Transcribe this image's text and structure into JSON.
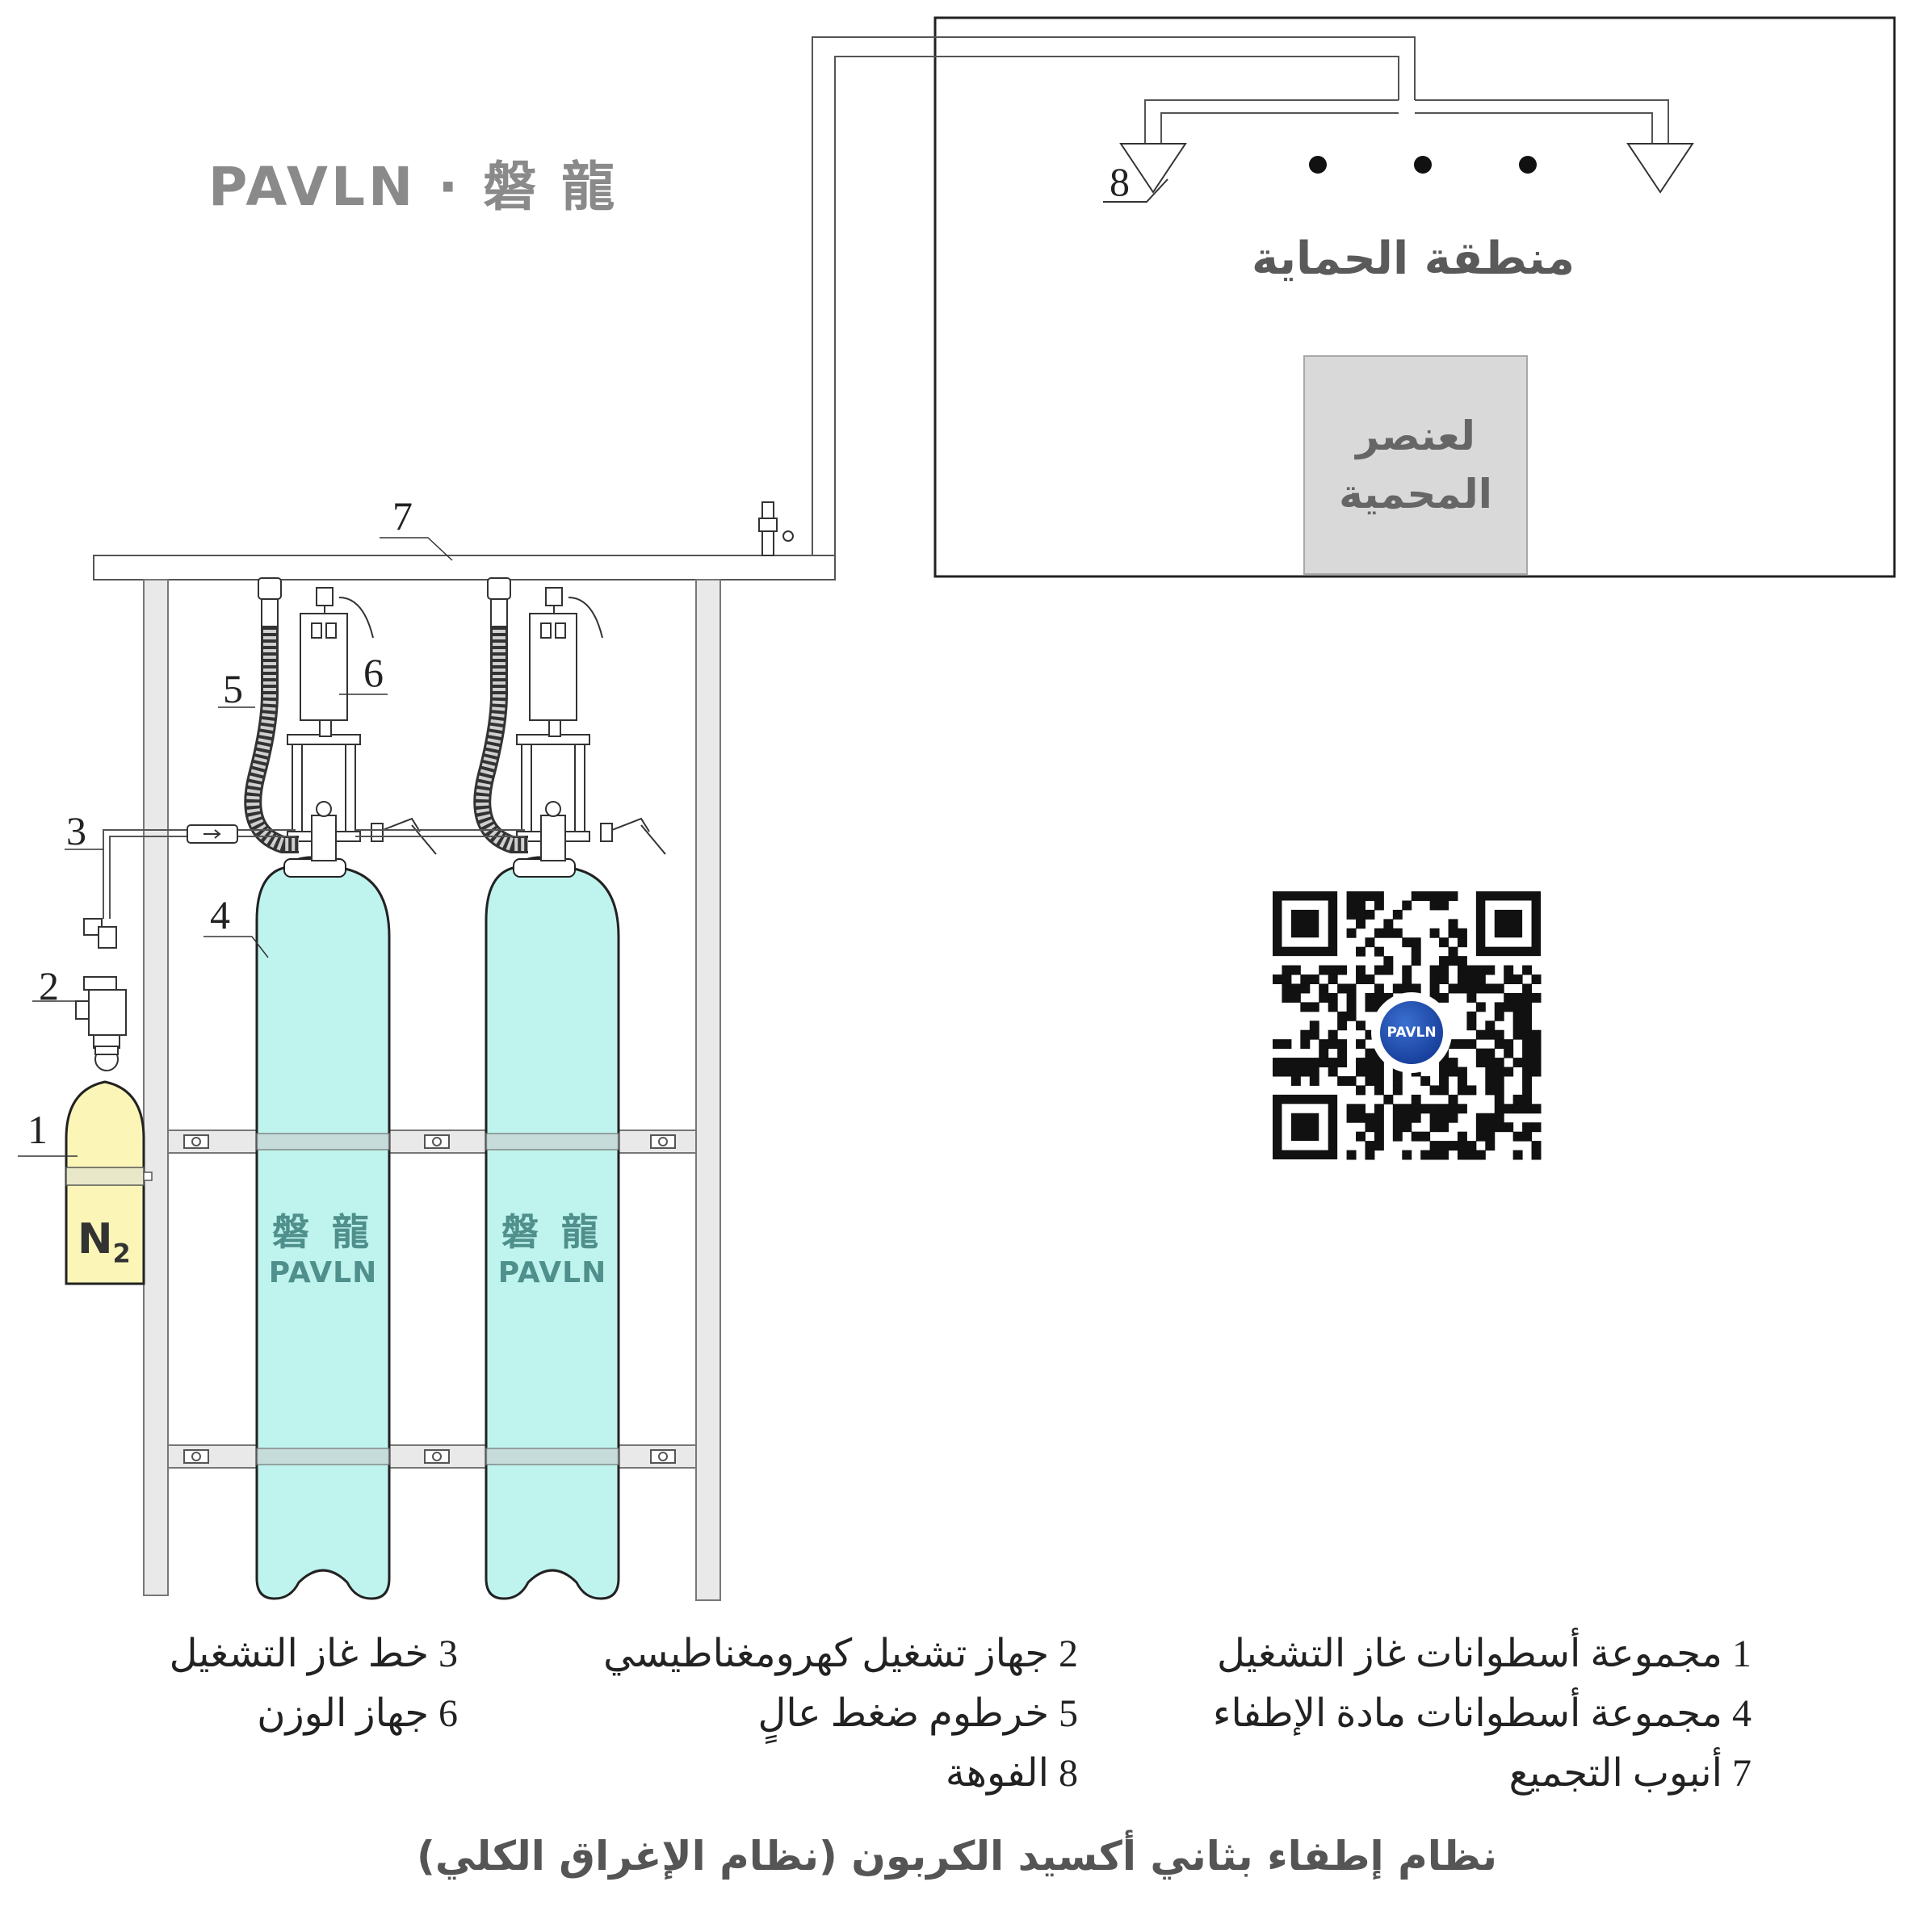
{
  "brand": {
    "logo_text": "PAVLN · 磐 龍",
    "cylinder_cn": "磐 龍",
    "cylinder_en": "PAVLN",
    "qr_badge": "PAVLN"
  },
  "protection_zone": {
    "title": "منطقة الحماية",
    "element_label_line1": "لعنصر",
    "element_label_line2": "المحمية"
  },
  "n2_label": "N",
  "n2_sub": "2",
  "callouts": [
    "1",
    "2",
    "3",
    "4",
    "5",
    "6",
    "7",
    "8"
  ],
  "legend": {
    "item1": "1 مجموعة أسطوانات غاز التشغيل",
    "item2": "2 جهاز تشغيل كهرومغناطيسي",
    "item3": "3 خط غاز التشغيل",
    "item4": "4 مجموعة أسطوانات مادة الإطفاء",
    "item5": "5 خرطوم ضغط عالٍ",
    "item6": "6 جهاز الوزن",
    "item7": "7 أنبوب التجميع",
    "item8": "8 الفوهة"
  },
  "caption": "نظام إطفاء بثاني أكسيد الكربون (نظام الإغراق الكلي)",
  "colors": {
    "cylinder_fill": "#bff3ee",
    "n2_fill": "#fbf6b8",
    "line": "#333333",
    "frame": "#e2e2e2",
    "element_box": "#d9d9d9"
  }
}
